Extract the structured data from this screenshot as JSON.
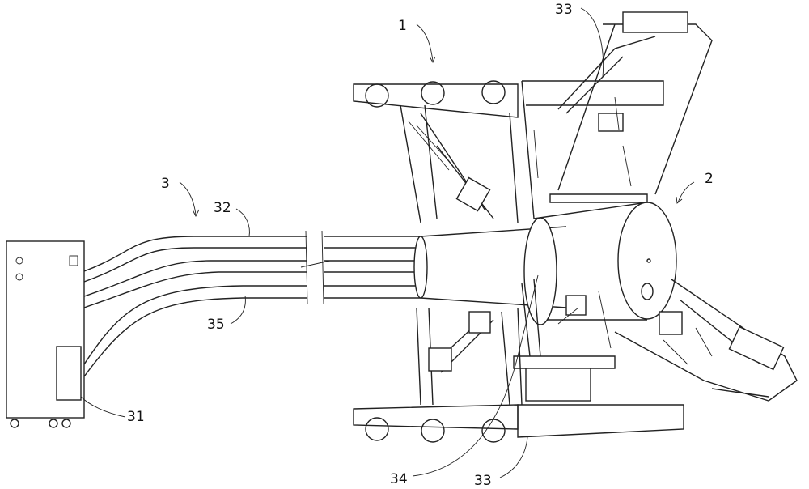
{
  "figure": {
    "labels": {
      "robot_assembly": "1",
      "rotating_head": "2",
      "supply_system": "3",
      "control_cabinet": "31",
      "hose_upper": "32",
      "hose_top_ref": "33",
      "hose_bottom_ref": "33",
      "hose_inner": "34",
      "hose_lower": "35"
    }
  }
}
